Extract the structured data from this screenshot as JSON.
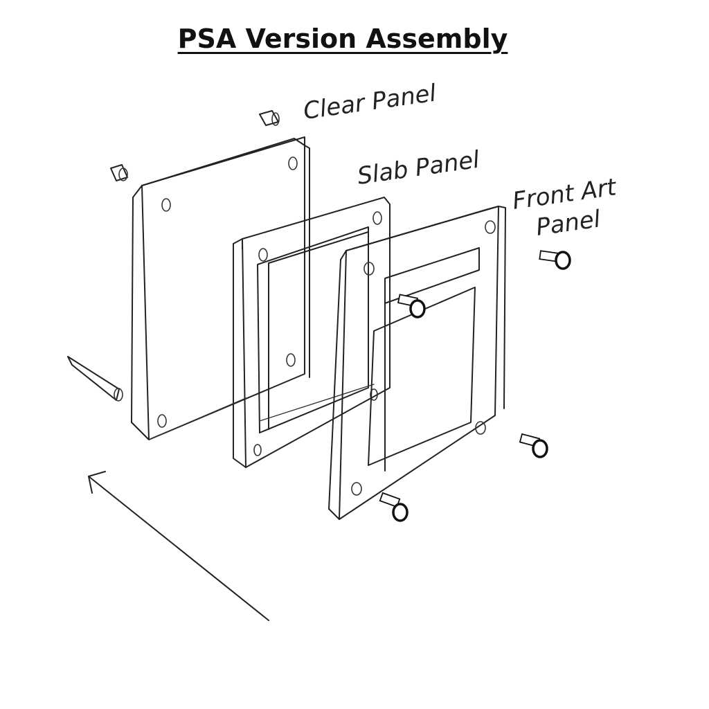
{
  "title": "PSA Version Assembly",
  "labels": {
    "clear_panel": "Clear Panel",
    "slab_panel": "Slab Panel",
    "front_art_panel_line1": "Front Art",
    "front_art_panel_line2": "Panel"
  }
}
